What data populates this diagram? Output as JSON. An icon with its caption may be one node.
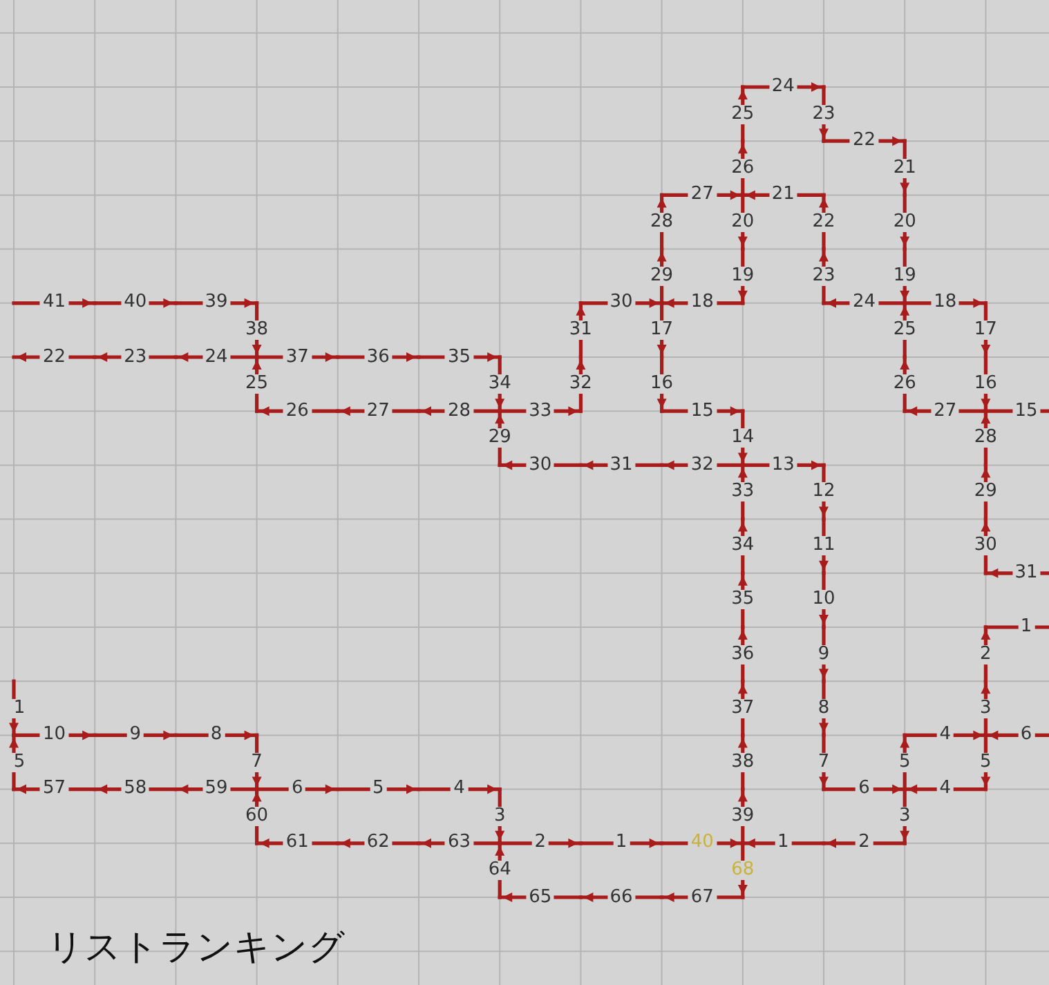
{
  "diagram": {
    "caption": "リストランキング",
    "labels": [
      "24",
      "25",
      "23",
      "22",
      "26",
      "21",
      "27",
      "21",
      "28",
      "20",
      "22",
      "20",
      "29",
      "19",
      "23",
      "19",
      "41",
      "40",
      "39",
      "30",
      "18",
      "24",
      "18",
      "38",
      "31",
      "17",
      "25",
      "17",
      "22",
      "23",
      "24",
      "37",
      "36",
      "35",
      "25",
      "34",
      "32",
      "16",
      "26",
      "16",
      "26",
      "27",
      "28",
      "33",
      "15",
      "27",
      "15",
      "29",
      "14",
      "28",
      "30",
      "31",
      "32",
      "13",
      "33",
      "12",
      "29",
      "34",
      "11",
      "30",
      "31",
      "35",
      "10",
      "1",
      "36",
      "9",
      "2",
      "1",
      "37",
      "8",
      "3",
      "10",
      "9",
      "8",
      "4",
      "6",
      "5",
      "7",
      "38",
      "7",
      "5",
      "5",
      "57",
      "58",
      "59",
      "6",
      "5",
      "4",
      "6",
      "4",
      "60",
      "3",
      "39",
      "3",
      "61",
      "62",
      "63",
      "2",
      "1",
      "40",
      "1",
      "2",
      "64",
      "68",
      "65",
      "66",
      "67"
    ]
  }
}
